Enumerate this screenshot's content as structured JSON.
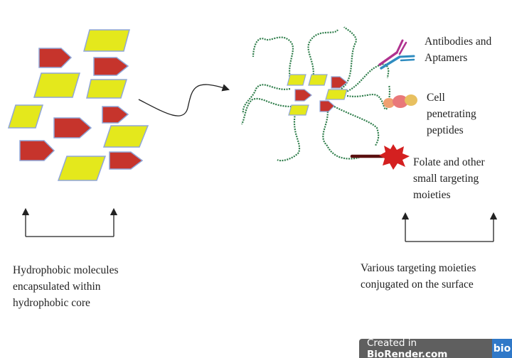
{
  "labels": {
    "left_caption": [
      "Hydrophobic molecules",
      "encapsulated within",
      "hydrophobic core"
    ],
    "right_caption": [
      "Various targeting moieties",
      "conjugated on the surface"
    ],
    "antibodies": [
      "Antibodies and",
      "Aptamers"
    ],
    "peptides": [
      "Cell",
      "penetrating",
      "peptides"
    ],
    "folate": [
      "Folate and other",
      "small targeting",
      "moieties"
    ]
  },
  "watermark": {
    "prefix": "Created in ",
    "brand": "BioRender.com",
    "logo": "bio"
  },
  "colors": {
    "drug_yellow": "#e4e81c",
    "drug_red": "#c6342c",
    "polymer": "#2e7d4a",
    "antibody_heavy": "#b0328f",
    "antibody_light": "#2f8cc0",
    "folate": "#d42020"
  }
}
